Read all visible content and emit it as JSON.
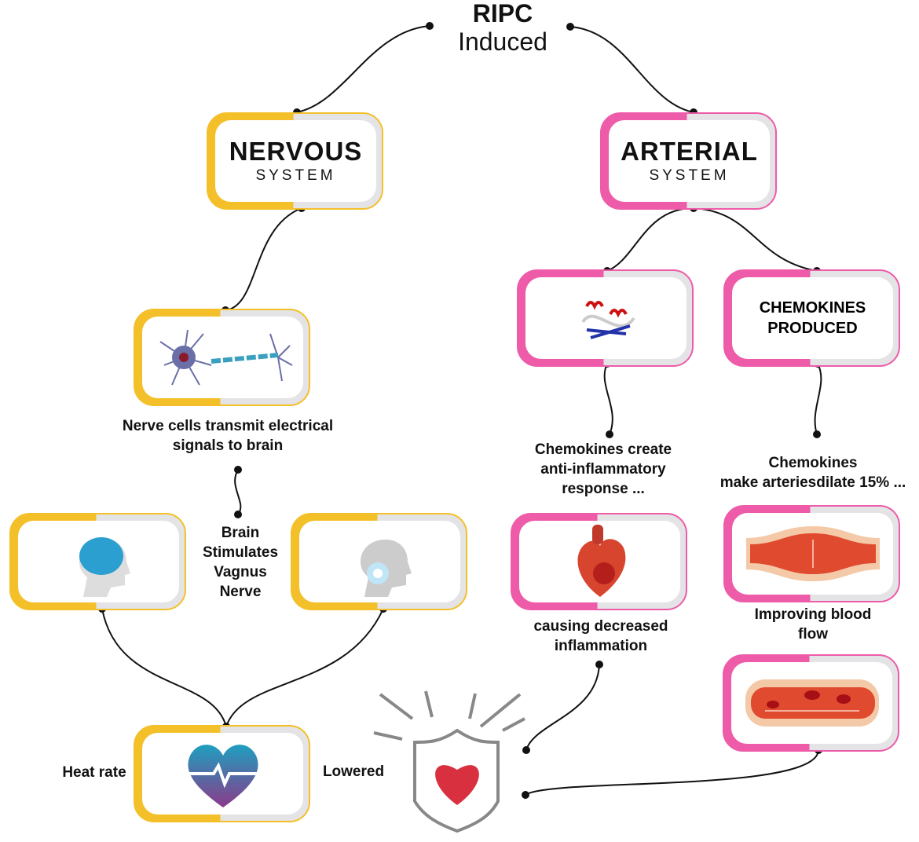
{
  "title": {
    "line1": "RIPC",
    "line2": "Induced"
  },
  "colors": {
    "nervous": "#f4c02a",
    "arterial": "#ee5ba9",
    "card_gray": "#e4e4e6"
  },
  "nervous": {
    "title": "NERVOUS",
    "subtitle": "SYSTEM",
    "nerve_text": "Nerve cells transmit electrical signals to brain",
    "brain_text": "Brain Stimulates Vagnus Nerve",
    "heart_rate_left": "Heat rate",
    "heart_rate_right": "Lowered"
  },
  "arterial": {
    "title": "ARTERIAL",
    "subtitle": "SYSTEM",
    "chemokines_card": "CHEMOKINES PRODUCED",
    "anti_text": "Chemokines create anti-inflammatory response ...",
    "inflammation_text": "causing decreased inflammation",
    "dilate_text_1": "Chemokines",
    "dilate_text_2": "make arteriesdilate 15% ...",
    "blood_flow_text": "Improving blood flow"
  },
  "icons": [
    "neuron-icon",
    "protein-icon",
    "brain-head-icon",
    "vagus-head-icon",
    "heart-anatomy-icon",
    "artery-dilate-icon",
    "blood-flow-icon",
    "heartbeat-icon",
    "shield-heart-icon"
  ]
}
